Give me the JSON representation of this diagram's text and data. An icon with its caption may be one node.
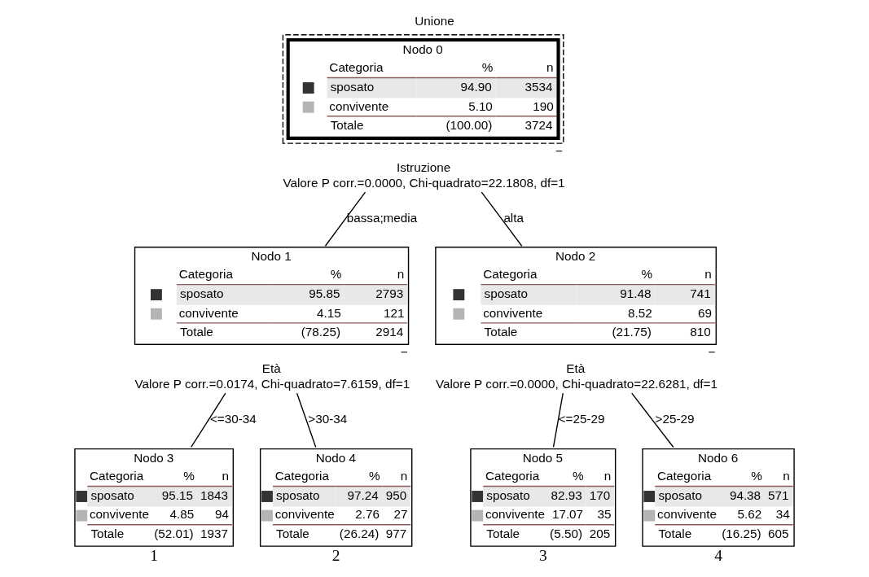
{
  "diagram": {
    "title": "Unione",
    "nodes": [
      {
        "text": [
          "Nodo 0",
          "Categoria",
          "%",
          "n",
          "sposato",
          "94.90",
          "3534",
          "convivente",
          "5.10",
          "190",
          "Totale",
          "(100.00)",
          "3724"
        ],
        "beside": [
          "−",
          "Istruzione",
          "Valore P corr.=0.0000, Chi-quadrato=22.1808, df=1"
        ]
      },
      {
        "text": [
          "Nodo 1",
          "Categoria",
          "%",
          "n",
          "sposato",
          "95.85",
          "2793",
          "convivente",
          "4.15",
          "121",
          "Totale",
          "(78.25)",
          "2914"
        ],
        "beside": [
          "−",
          "Età",
          "Valore P corr.=0.0174, Chi-quadrato=7.6159, df=1"
        ]
      },
      {
        "text": [
          "Nodo 2",
          "Categoria",
          "%",
          "n",
          "sposato",
          "91.48",
          "741",
          "convivente",
          "8.52",
          "69",
          "Totale",
          "(21.75)",
          "810"
        ],
        "beside": [
          "−",
          "Età",
          "Valore P corr.=0.0000, Chi-quadrato=22.6281, df=1"
        ]
      },
      {
        "text": [
          "Nodo 3",
          "Categoria",
          "%",
          "n",
          "sposato",
          "95.15",
          "1843",
          "convivente",
          "4.85",
          "94",
          "Totale",
          "(52.01)",
          "1937"
        ],
        "beside": [
          "1"
        ]
      },
      {
        "text": [
          "Nodo 4",
          "Categoria",
          "%",
          "n",
          "sposato",
          "97.24",
          "950",
          "convivente",
          "2.76",
          "27",
          "Totale",
          "(26.24)",
          "977"
        ],
        "beside": [
          "2"
        ]
      },
      {
        "text": [
          "Nodo 5",
          "Categoria",
          "%",
          "n",
          "sposato",
          "82.93",
          "170",
          "convivente",
          "17.07",
          "35",
          "Totale",
          "(5.50)",
          "205"
        ],
        "beside": [
          "3"
        ]
      },
      {
        "text": [
          "Nodo 6",
          "Categoria",
          "%",
          "n",
          "sposato",
          "94.38",
          "571",
          "convivente",
          "5.62",
          "34",
          "Totale",
          "(16.25)",
          "605"
        ],
        "beside": [
          "4"
        ]
      }
    ],
    "edges": [
      {
        "from": 0,
        "to": 1,
        "arrow": "none",
        "label": "bassa;media"
      },
      {
        "from": 0,
        "to": 2,
        "arrow": "none",
        "label": "alta"
      },
      {
        "from": 1,
        "to": 3,
        "arrow": "none",
        "label": "<=30-34"
      },
      {
        "from": 1,
        "to": 4,
        "arrow": "none",
        "label": ">30-34"
      },
      {
        "from": 2,
        "to": 5,
        "arrow": "none",
        "label": "<=25-29"
      },
      {
        "from": 2,
        "to": 6,
        "arrow": "none",
        "label": ">25-29"
      }
    ]
  }
}
